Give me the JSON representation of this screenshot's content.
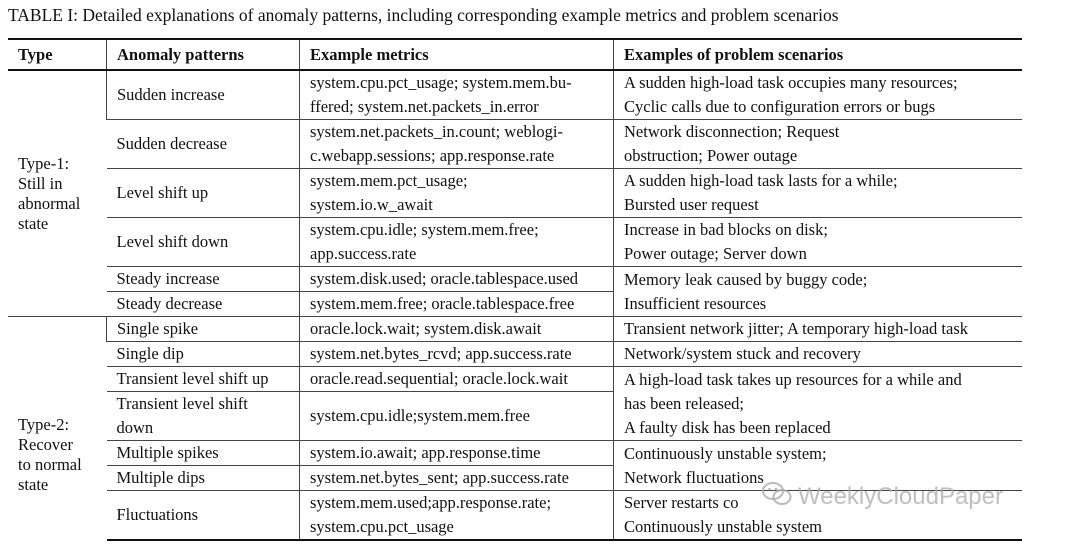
{
  "caption": "TABLE I: Detailed explanations of anomaly patterns, including corresponding example metrics and problem scenarios",
  "headers": [
    "Type",
    "Anomaly patterns",
    "Example metrics",
    "Examples of problem scenarios"
  ],
  "types": {
    "type1": [
      "Type-1:",
      "Still in",
      "abnormal",
      "state"
    ],
    "type2": [
      "Type-2:",
      "Recover",
      "to normal",
      "state"
    ]
  },
  "rows": [
    {
      "pattern": [
        "Sudden increase"
      ],
      "metrics": [
        "system.cpu.pct_usage; system.mem.bu-",
        "ffered; system.net.packets_in.error"
      ],
      "scenario": [
        "A sudden high-load task occupies many resources;",
        "Cyclic calls due to configuration errors or bugs"
      ]
    },
    {
      "pattern": [
        "Sudden decrease"
      ],
      "metrics": [
        "system.net.packets_in.count; weblogi-",
        "c.webapp.sessions; app.response.rate"
      ],
      "scenario": [
        "Network disconnection; Request",
        "obstruction; Power outage"
      ]
    },
    {
      "pattern": [
        "Level shift up"
      ],
      "metrics": [
        "system.mem.pct_usage;",
        "system.io.w_await"
      ],
      "scenario": [
        "A sudden high-load task lasts for a while;",
        "Bursted user request"
      ]
    },
    {
      "pattern": [
        "Level shift down"
      ],
      "metrics": [
        "system.cpu.idle; system.mem.free;",
        "app.success.rate"
      ],
      "scenario": [
        "Increase in bad blocks on disk;",
        "Power outage; Server down"
      ]
    },
    {
      "pattern": [
        "Steady increase"
      ],
      "metrics": [
        "system.disk.used; oracle.tablespace.used"
      ]
    },
    {
      "pattern": [
        "Steady decrease"
      ],
      "metrics": [
        "system.mem.free; oracle.tablespace.free"
      ]
    },
    {
      "pattern": [
        "Single spike"
      ],
      "metrics": [
        "oracle.lock.wait; system.disk.await"
      ],
      "scenario": [
        "Transient network jitter; A temporary high-load task"
      ]
    },
    {
      "pattern": [
        "Single dip"
      ],
      "metrics": [
        "system.net.bytes_rcvd; app.success.rate"
      ],
      "scenario": [
        "Network/system stuck and recovery"
      ]
    },
    {
      "pattern": [
        "Transient level shift up"
      ],
      "metrics": [
        "oracle.read.sequential; oracle.lock.wait"
      ]
    },
    {
      "pattern": [
        "Transient level shift",
        "down"
      ],
      "metrics": [
        "system.cpu.idle;system.mem.free"
      ]
    },
    {
      "pattern": [
        "Multiple spikes"
      ],
      "metrics": [
        "system.io.await; app.response.time"
      ]
    },
    {
      "pattern": [
        "Multiple dips"
      ],
      "metrics": [
        "system.net.bytes_sent; app.success.rate"
      ]
    },
    {
      "pattern": [
        "Fluctuations"
      ],
      "metrics": [
        "system.mem.used;app.response.rate;",
        "system.cpu.pct_usage"
      ],
      "scenario": [
        "Server restarts co",
        "Continuously unstable system"
      ]
    }
  ],
  "merged_scenarios": {
    "steady": [
      "Memory leak caused by buggy code;",
      "Insufficient resources"
    ],
    "transient": [
      "A high-load task takes up resources for a while and",
      "has been released;",
      "A faulty disk has been replaced"
    ],
    "multiple": [
      "Continuously unstable system;",
      "Network fluctuations"
    ]
  },
  "watermark": "WeeklyCloudPaper"
}
